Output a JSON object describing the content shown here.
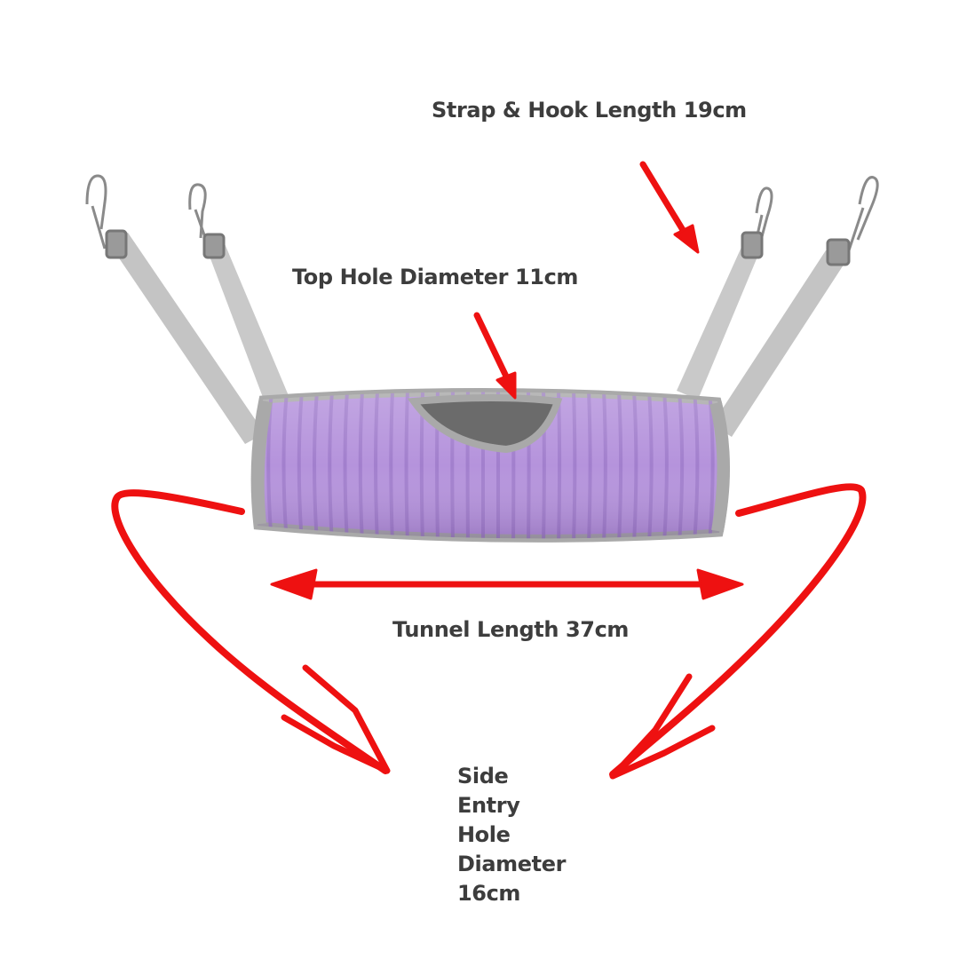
{
  "labels": {
    "strap": "Strap & Hook Length 19cm",
    "top_hole": "Top Hole Diameter 11cm",
    "tunnel": "Tunnel Length 37cm",
    "side_entry_lines": [
      "Side",
      "Entry",
      "Hole",
      "Diameter",
      "16cm"
    ]
  },
  "colors": {
    "arrow": "#ee1111",
    "tunnel_fabric": "#b593dc",
    "fabric_rib_shadow": "#9c78c8",
    "trim": "#a9a9a9",
    "strap": "#c4c4c4",
    "hole_interior": "#6b6b6b",
    "text": "#3d3d3d"
  },
  "icons": [
    "metal-clip-hook-icon",
    "red-arrow-icon"
  ]
}
